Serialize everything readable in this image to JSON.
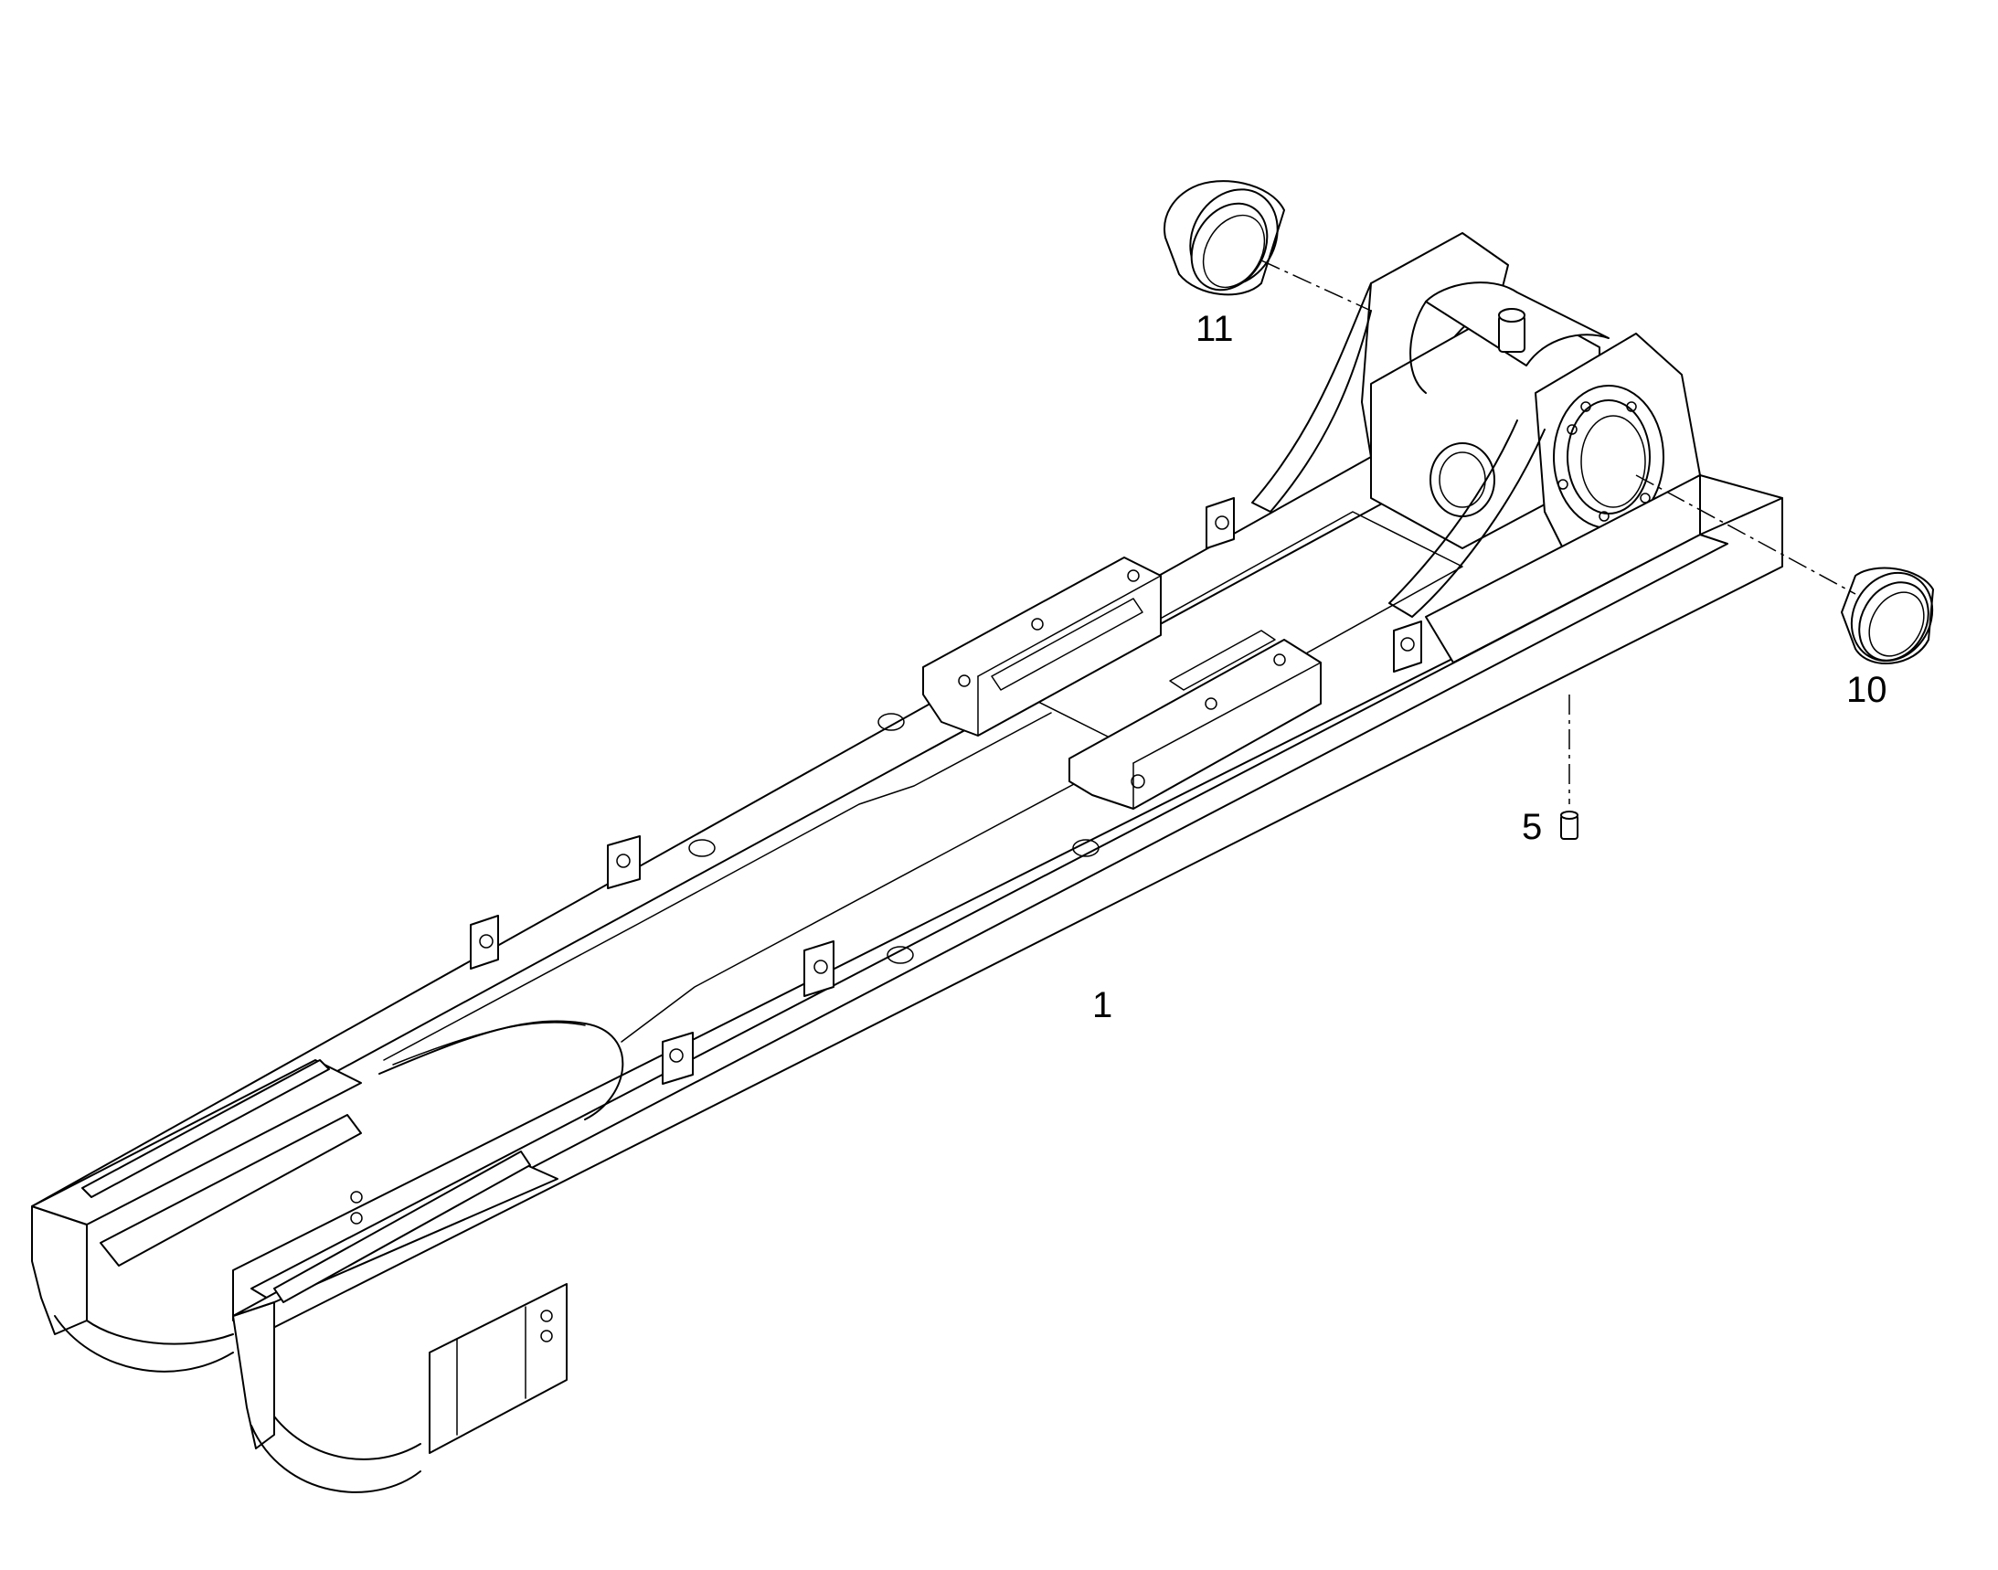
{
  "callouts": {
    "part_1": "1",
    "part_5": "5",
    "part_10": "10",
    "part_11": "11"
  },
  "line_color": "#000000",
  "background_color": "#ffffff"
}
